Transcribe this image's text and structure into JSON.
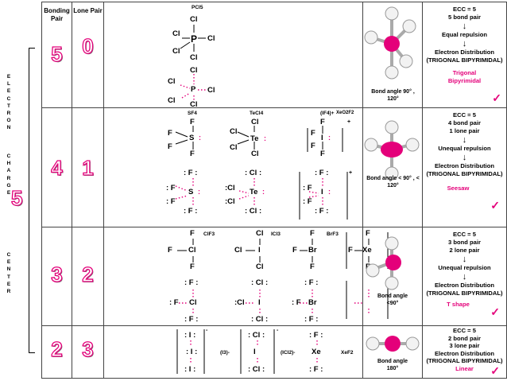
{
  "side_label": {
    "electron": [
      "E",
      "L",
      "E",
      "C",
      "T",
      "R",
      "O",
      "N"
    ],
    "charge": [
      "C",
      "H",
      "A",
      "R",
      "G",
      "E"
    ],
    "center": [
      "C",
      "E",
      "N",
      "T",
      "E",
      "R"
    ],
    "total": "5"
  },
  "headers": {
    "bonding": "Bonding Pair",
    "lone": "Lone Pair"
  },
  "rows": [
    {
      "bonding": "5",
      "lone": "0",
      "molecules": [
        "PCl5"
      ],
      "angle": "Bond angle 90°  , 120°",
      "ecc": [
        "ECC = 5",
        "5 bond pair"
      ],
      "repulsion": "Equal repulsion",
      "distribution": "Electron Distribution (TRIGONAL BIPYRIMIDAL)",
      "geometry": "Trigonal Bipyrimidal"
    },
    {
      "bonding": "4",
      "lone": "1",
      "molecules": [
        "SF4",
        "TeCl4",
        "(IF4)+",
        "XeO2F2"
      ],
      "angle": "Bond angle < 90°  , < 120°",
      "ecc": [
        "ECC = 5",
        "4 bond pair",
        "1 lone pair"
      ],
      "repulsion": "Unequal repulsion",
      "distribution": "Electron Distribution (TRIGONAL BIPYRIMIDAL)",
      "geometry": "Seesaw"
    },
    {
      "bonding": "3",
      "lone": "2",
      "molecules": [
        "ClF3",
        "ICl3",
        "BrF3"
      ],
      "angle": "Bond angle <90°",
      "ecc": [
        "ECC = 5",
        "3 bond pair",
        "2 lone pair"
      ],
      "repulsion": "Unequal repulsion",
      "distribution": "Electron Distribution (TRIGONAL BIPYRIMIDAL)",
      "geometry": "T shape"
    },
    {
      "bonding": "2",
      "lone": "3",
      "molecules": [
        "(I3)-",
        "(ICl2)-",
        "XeF2"
      ],
      "angle": "Bond angle 180°",
      "ecc": [
        "ECC = 5",
        "2 bond pair",
        "3 lone pair"
      ],
      "distribution": "Electron Distribution (TRIGONAL BIPYRIMIDAL)",
      "geometry": "Linear"
    }
  ],
  "check_mark": "✓",
  "colors": {
    "accent": "#e4007a",
    "atom_white": "#f2f2f2"
  }
}
